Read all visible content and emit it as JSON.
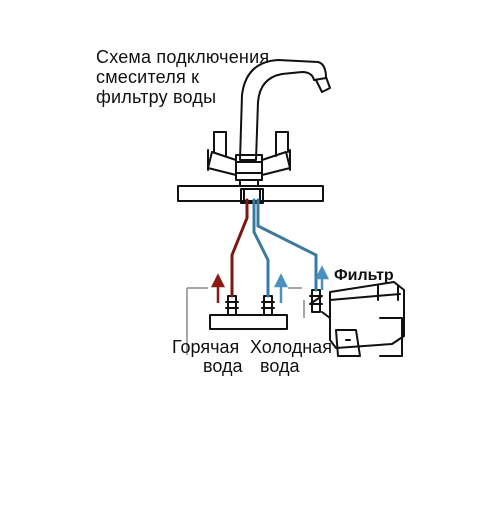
{
  "title": "Схема подключения\nсмесителя к\nфильтру воды",
  "labels": {
    "hot_line1": "Горячая",
    "hot_line2": "вода",
    "cold_line1": "Холодная",
    "cold_line2": "вода",
    "filter": "Фильтр"
  },
  "colors": {
    "outline": "#111111",
    "hot_pipe": "#7a1a10",
    "cold_pipe": "#3a7aa0",
    "hot_arrow": "#8b1a12",
    "cold_arrow": "#4a90c0"
  }
}
